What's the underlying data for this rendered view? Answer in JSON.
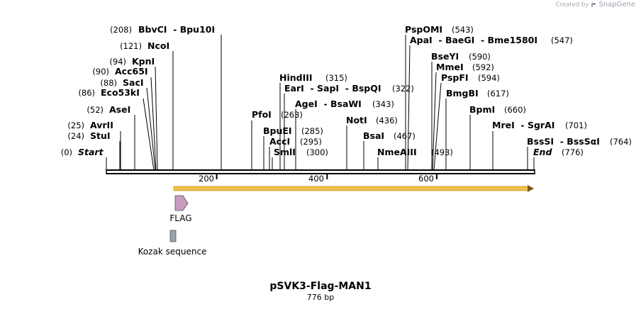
{
  "credit": {
    "prefix": "Created by",
    "brand": "SnapGene",
    "icon": "snapgene-logo-icon"
  },
  "map": {
    "title": "pSVK3-Flag-MAN1",
    "length_label": "776 bp",
    "length_bp": 776,
    "ruler_ticks": [
      200,
      400,
      600
    ],
    "sites": [
      {
        "pos": "(0)",
        "name": "Start",
        "italic": true,
        "bp": 0
      },
      {
        "pos": "(24)",
        "name": "StuI",
        "bp": 24
      },
      {
        "pos": "(25)",
        "name": "AvrII",
        "bp": 25
      },
      {
        "pos": "(52)",
        "name": "AseI",
        "bp": 52
      },
      {
        "pos": "(86)",
        "name": "Eco53kI",
        "bp": 86
      },
      {
        "pos": "(88)",
        "name": "SacI",
        "bp": 88
      },
      {
        "pos": "(90)",
        "name": "Acc65I",
        "bp": 90
      },
      {
        "pos": "(94)",
        "name": "KpnI",
        "bp": 94
      },
      {
        "pos": "(121)",
        "name": "NcoI",
        "bp": 121
      },
      {
        "pos": "(208)",
        "name": "BbvCI  - Bpu10I",
        "bp": 208
      },
      {
        "pos": "(263)",
        "name": "PfoI",
        "bp": 263,
        "pos_after": true
      },
      {
        "pos": "(285)",
        "name": "BpuEI",
        "bp": 285,
        "pos_after": true
      },
      {
        "pos": "(295)",
        "name": "AccI",
        "bp": 295,
        "pos_after": true
      },
      {
        "pos": "(300)",
        "name": "SmlI",
        "bp": 300,
        "pos_after": true
      },
      {
        "pos": "(315)",
        "name": "HindIII",
        "bp": 315,
        "pos_after": true
      },
      {
        "pos": "(322)",
        "name": "EarI  - SapI  - BspQI",
        "bp": 322,
        "pos_after": true
      },
      {
        "pos": "(343)",
        "name": "AgeI  - BsaWI",
        "bp": 343,
        "pos_after": true
      },
      {
        "pos": "(436)",
        "name": "NotI",
        "bp": 436,
        "pos_after": true
      },
      {
        "pos": "(467)",
        "name": "BsaI",
        "bp": 467,
        "pos_after": true
      },
      {
        "pos": "(493)",
        "name": "NmeAIII",
        "bp": 493,
        "pos_after": true
      },
      {
        "pos": "(543)",
        "name": "PspOMI",
        "bp": 543,
        "pos_after": true
      },
      {
        "pos": "(547)",
        "name": "ApaI  - BaeGI  - Bme1580I",
        "bp": 547,
        "pos_after": true
      },
      {
        "pos": "(590)",
        "name": "BseYI",
        "bp": 590,
        "pos_after": true
      },
      {
        "pos": "(592)",
        "name": "MmeI",
        "bp": 592,
        "pos_after": true
      },
      {
        "pos": "(594)",
        "name": "PspFI",
        "bp": 594,
        "pos_after": true
      },
      {
        "pos": "(617)",
        "name": "BmgBI",
        "bp": 617,
        "pos_after": true
      },
      {
        "pos": "(660)",
        "name": "BpmI",
        "bp": 660,
        "pos_after": true
      },
      {
        "pos": "(701)",
        "name": "MreI  - SgrAI",
        "bp": 701,
        "pos_after": true
      },
      {
        "pos": "(764)",
        "name": "BssSI  - BssSαI",
        "bp": 764,
        "pos_after": true
      },
      {
        "pos": "(776)",
        "name": "End",
        "italic": true,
        "bp": 776,
        "pos_after": true
      }
    ],
    "features": [
      {
        "name": "FLAG",
        "color": "#c99bbd",
        "shape": "arrow"
      },
      {
        "name": "Kozak sequence",
        "color": "#9ca3aa",
        "shape": "box"
      }
    ],
    "orf_color": "#f2c14e"
  }
}
